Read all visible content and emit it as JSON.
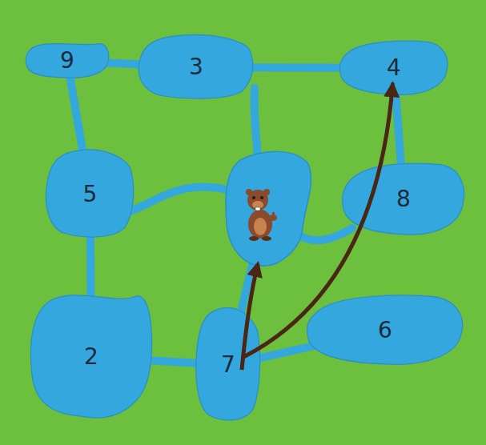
{
  "diagram": {
    "nodes": [
      {
        "text": [
          "9"
        ]
      },
      {
        "text": [
          "3"
        ]
      },
      {
        "text": [
          "4"
        ]
      },
      {
        "text": [
          "5"
        ]
      },
      {
        "text": [
          "8"
        ]
      },
      {
        "text": [
          "2"
        ]
      },
      {
        "text": [
          "7"
        ]
      },
      {
        "text": [
          "6"
        ]
      }
    ],
    "edges": [
      {
        "from": 0,
        "to": 1,
        "arrow": "none"
      },
      {
        "from": 0,
        "to": 3,
        "arrow": "none"
      },
      {
        "from": 1,
        "to": 2,
        "arrow": "none"
      },
      {
        "from": 3,
        "to": 5,
        "arrow": "none"
      },
      {
        "from": 5,
        "to": 6,
        "arrow": "none"
      },
      {
        "from": 6,
        "to": 7,
        "arrow": "none"
      },
      {
        "from": 4,
        "to": 2,
        "arrow": "none"
      },
      {
        "from": 6,
        "to": 2,
        "arrow": "to"
      }
    ]
  }
}
